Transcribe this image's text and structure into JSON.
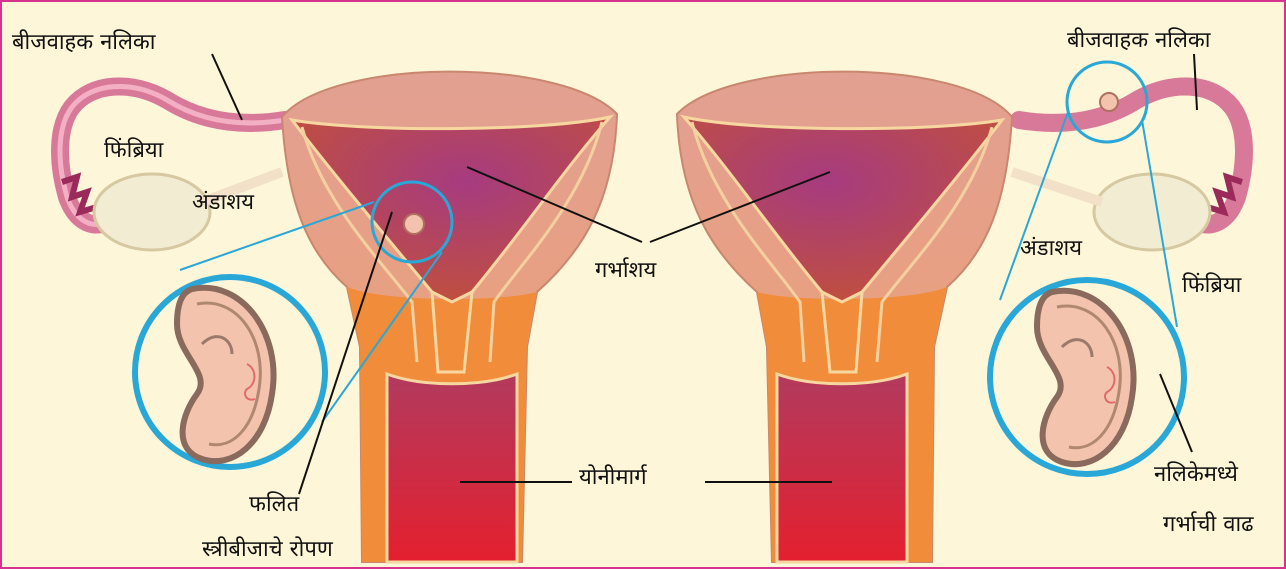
{
  "labels": {
    "fallopian_tube_left": "बीजवाहक नलिका",
    "fimbriae_left": "फिंब्रिया",
    "ovary_left": "अंडाशय",
    "uterus": "गर्भाशय",
    "vagina": "योनीमार्ग",
    "fertilized_line1": "फलित",
    "fertilized_line2": "स्त्रीबीजाचे रोपण",
    "fallopian_tube_right": "बीजवाहक नलिका",
    "ovary_right": "अंडाशय",
    "fimbriae_right": "फिंब्रिया",
    "ectopic_line1": "नलिकेमध्ये",
    "ectopic_line2": "गर्भाची वाढ"
  },
  "colors": {
    "background": "#fdf6d8",
    "frame": "#d6338f",
    "uterus_outer": "#e8a98c",
    "uterus_cavity": "#a43a6e",
    "cervix": "#f08a3c",
    "vagina": "#d8213a",
    "tube": "#d9799a",
    "ovary": "#f2ecd2",
    "zoom_ring": "#29a8d8",
    "embryo": "#f3c3ae"
  }
}
